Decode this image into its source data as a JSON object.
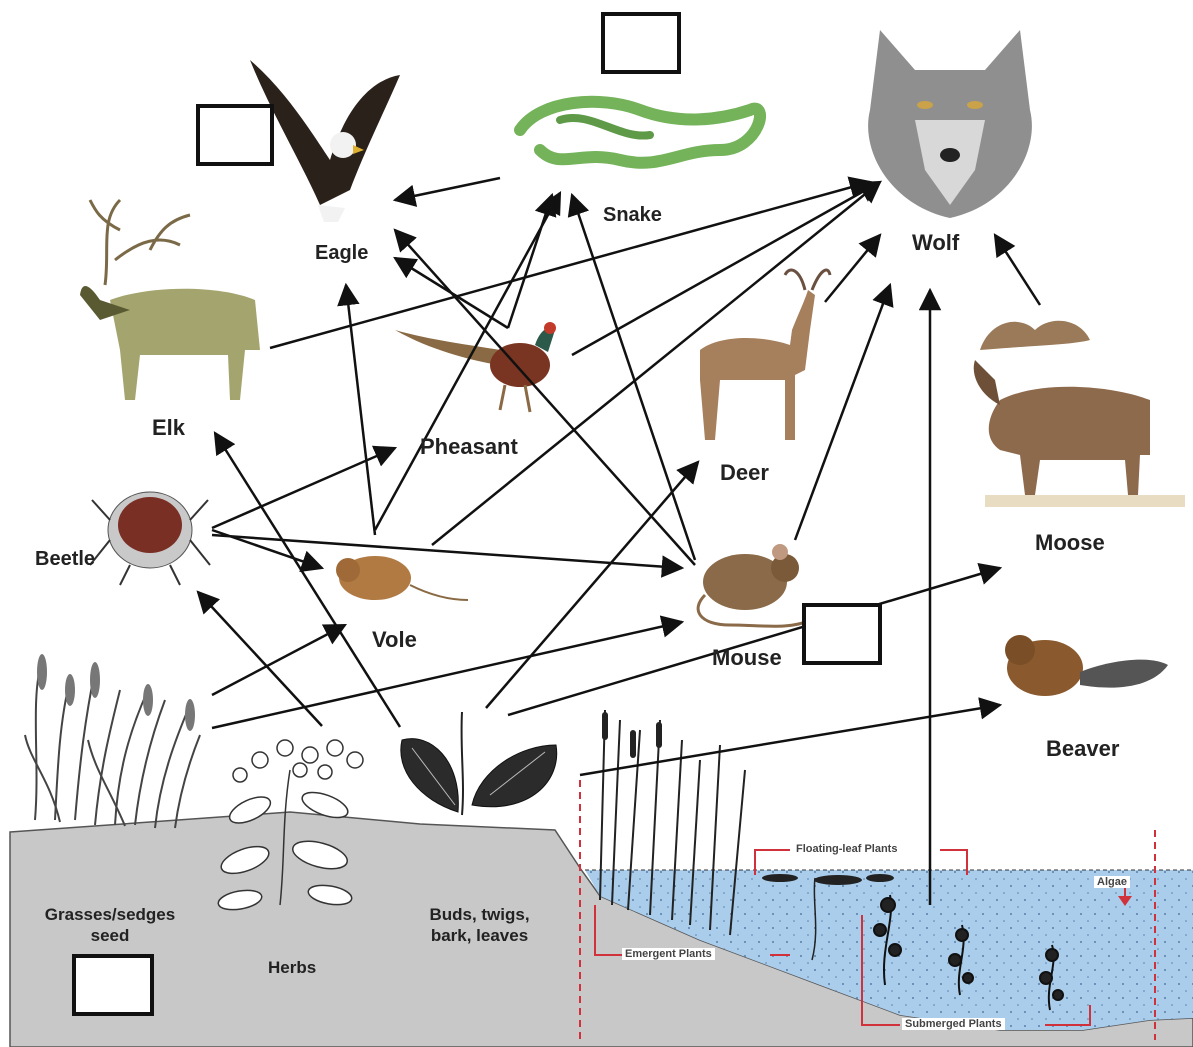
{
  "organisms": {
    "eagle": "Eagle",
    "snake": "Snake",
    "wolf": "Wolf",
    "elk": "Elk",
    "pheasant": "Pheasant",
    "deer": "Deer",
    "moose": "Moose",
    "beetle": "Beetle",
    "vole": "Vole",
    "mouse": "Mouse",
    "beaver": "Beaver",
    "grasses": "Grasses/sedges seed",
    "herbs": "Herbs",
    "buds": "Buds, twigs, bark, leaves"
  },
  "zones": {
    "floating": "Floating-leaf Plants",
    "algae": "Algae",
    "emergent": "Emergent Plants",
    "submerged": "Submerged Plants"
  },
  "colors": {
    "ground": "#c8c8c8",
    "water": "#a9cdeb",
    "zone_line": "#d0313a",
    "arrow": "#111111"
  },
  "arrows": [
    {
      "from": "grasses",
      "to": "vole"
    },
    {
      "from": "grasses",
      "to": "mouse"
    },
    {
      "from": "herbs",
      "to": "beetle"
    },
    {
      "from": "buds",
      "to": "elk"
    },
    {
      "from": "buds",
      "to": "deer"
    },
    {
      "from": "buds",
      "to": "moose"
    },
    {
      "from": "emergent",
      "to": "beaver"
    },
    {
      "from": "submerged",
      "to": "wolf"
    },
    {
      "from": "beetle",
      "to": "pheasant"
    },
    {
      "from": "beetle",
      "to": "vole"
    },
    {
      "from": "beetle",
      "to": "mouse"
    },
    {
      "from": "vole",
      "to": "eagle"
    },
    {
      "from": "vole",
      "to": "snake"
    },
    {
      "from": "vole",
      "to": "wolf"
    },
    {
      "from": "mouse",
      "to": "eagle"
    },
    {
      "from": "mouse",
      "to": "snake"
    },
    {
      "from": "mouse",
      "to": "wolf"
    },
    {
      "from": "pheasant",
      "to": "eagle"
    },
    {
      "from": "pheasant",
      "to": "snake"
    },
    {
      "from": "pheasant",
      "to": "wolf"
    },
    {
      "from": "snake",
      "to": "eagle"
    },
    {
      "from": "elk",
      "to": "wolf"
    },
    {
      "from": "deer",
      "to": "wolf"
    },
    {
      "from": "moose",
      "to": "wolf"
    }
  ]
}
